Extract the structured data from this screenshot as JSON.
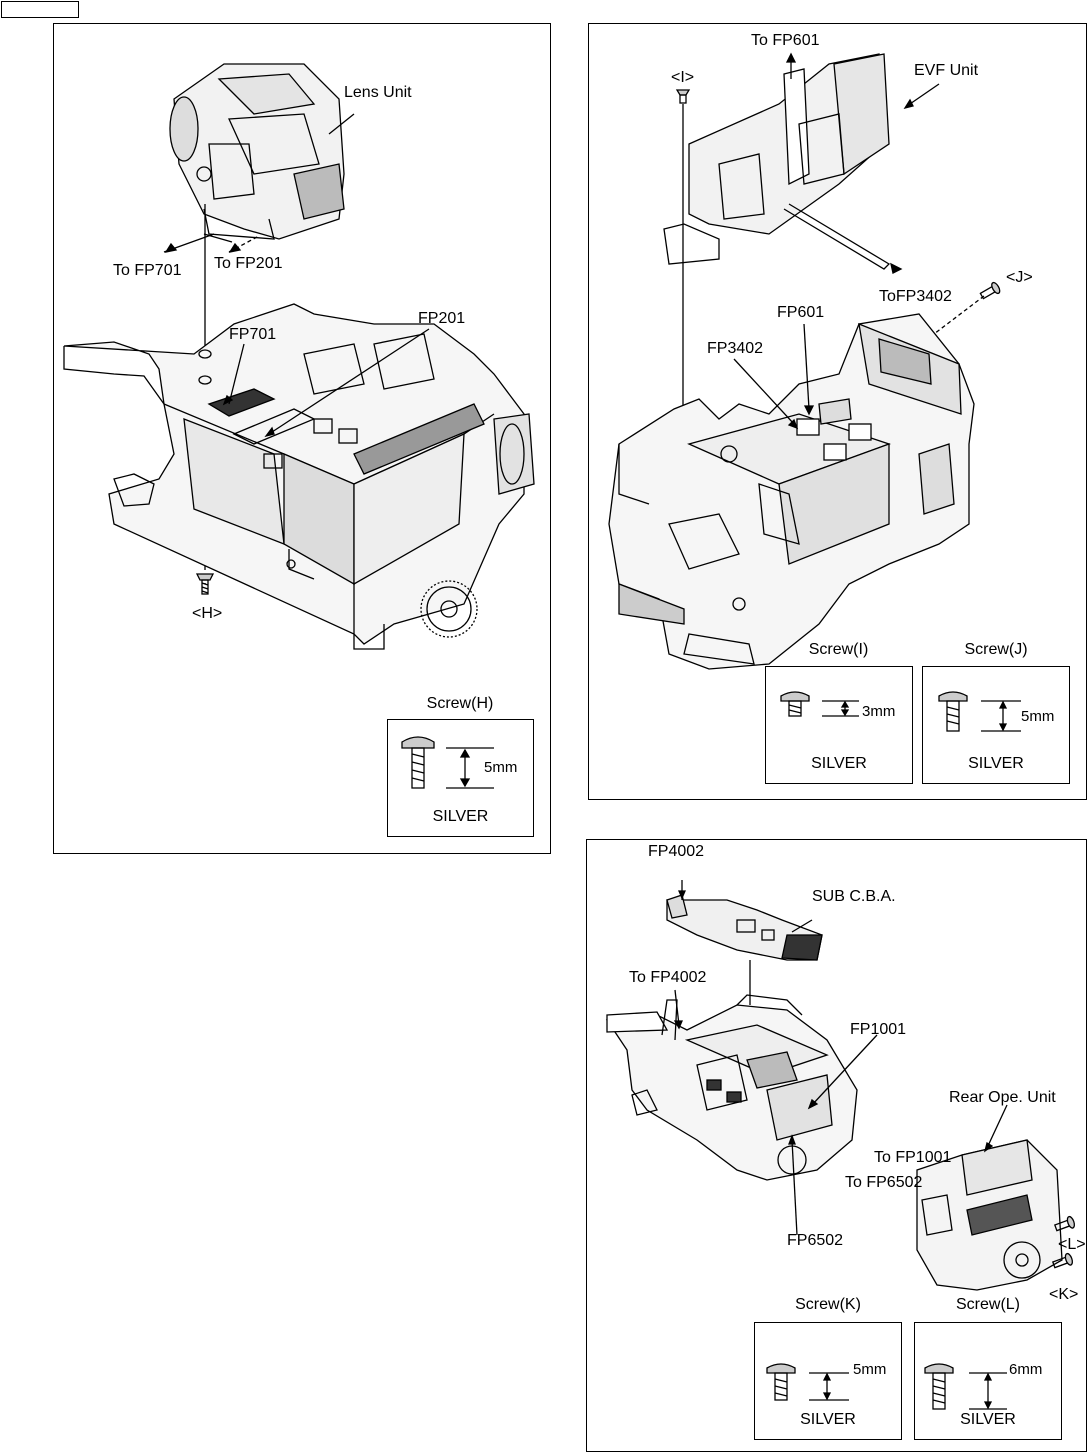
{
  "panel_a": {
    "labels": {
      "lens_unit": "Lens Unit",
      "to_fp701": "To FP701",
      "to_fp201": "To FP201",
      "fp701": "FP701",
      "fp201": "FP201",
      "screw_h_marker": "<H>"
    },
    "screw_h": {
      "caption": "Screw(H)",
      "size": "5mm",
      "finish": "SILVER"
    }
  },
  "panel_b": {
    "labels": {
      "to_fp601": "To FP601",
      "evf_unit": "EVF Unit",
      "screw_i_marker": "<I>",
      "to_fp3402": "ToFP3402",
      "screw_j_marker": "<J>",
      "fp601": "FP601",
      "fp3402": "FP3402"
    },
    "screw_i": {
      "caption": "Screw(I)",
      "size": "3mm",
      "finish": "SILVER"
    },
    "screw_j": {
      "caption": "Screw(J)",
      "size": "5mm",
      "finish": "SILVER"
    }
  },
  "panel_c": {
    "labels": {
      "fp4002": "FP4002",
      "sub_cba": "SUB C.B.A.",
      "to_fp4002": "To FP4002",
      "fp1001": "FP1001",
      "rear_ope_unit": "Rear Ope. Unit",
      "to_fp1001": "To FP1001",
      "to_fp6502": "To FP6502",
      "fp6502": "FP6502",
      "screw_l_marker": "<L>",
      "screw_k_marker": "<K>"
    },
    "screw_k": {
      "caption": "Screw(K)",
      "size": "5mm",
      "finish": "SILVER"
    },
    "screw_l": {
      "caption": "Screw(L)",
      "size": "6mm",
      "finish": "SILVER"
    }
  }
}
